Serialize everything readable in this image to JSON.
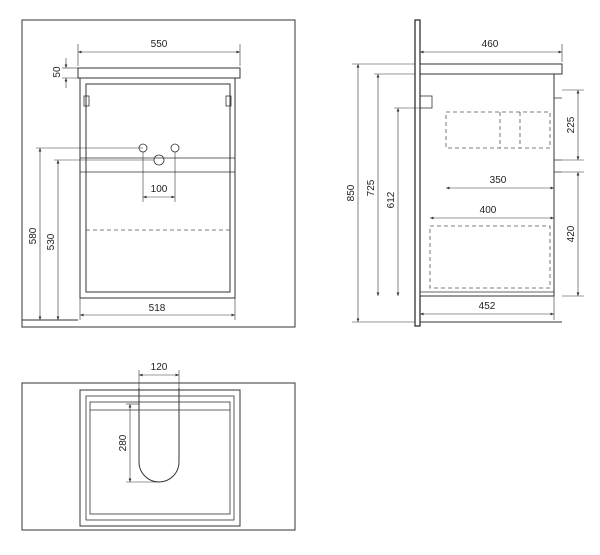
{
  "colors": {
    "line": "#333333",
    "text": "#222222",
    "background": "#ffffff"
  },
  "front_view": {
    "width_top": "550",
    "top_height": "50",
    "hole_spacing": "100",
    "height_580": "580",
    "height_530": "530",
    "width_bottom": "518"
  },
  "side_view": {
    "depth_top": "460",
    "total_height": "850",
    "height_725": "725",
    "height_612": "612",
    "siphon_225": "225",
    "drawer_350": "350",
    "drawer_400": "400",
    "height_420": "420",
    "depth_bottom": "452"
  },
  "top_view": {
    "cutout_width": "120",
    "cutout_depth": "280"
  }
}
